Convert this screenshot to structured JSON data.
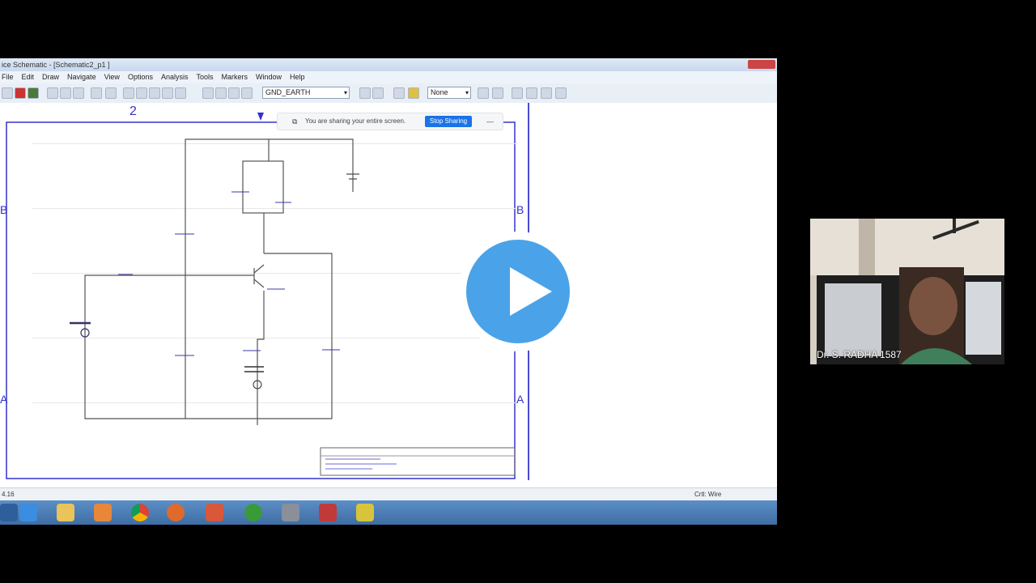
{
  "app": {
    "window_title": "ice Schematic - [Schematic2_p1 ]",
    "menu": [
      "File",
      "Edit",
      "Draw",
      "Navigate",
      "View",
      "Options",
      "Analysis",
      "Tools",
      "Markers",
      "Window",
      "Help"
    ]
  },
  "toolbar": {
    "part_select": "GND_EARTH",
    "zoom_select": "None"
  },
  "share_bar": {
    "message": "You are sharing your entire screen.",
    "stop_label": "Stop Sharing",
    "hide_label": "—"
  },
  "border_labels": {
    "top_number": "2",
    "row_b_left": "B",
    "row_b_right": "B",
    "row_a_left": "A",
    "row_a_right": "A"
  },
  "status": {
    "left": "4.16",
    "right": "Crtl: Wire"
  },
  "participant": {
    "name": "Dr. S. RADHA 1587"
  },
  "colors": {
    "accent": "#1a73e8",
    "play": "#4aa3e8",
    "wire": "#555555",
    "border": "#3333cc"
  }
}
